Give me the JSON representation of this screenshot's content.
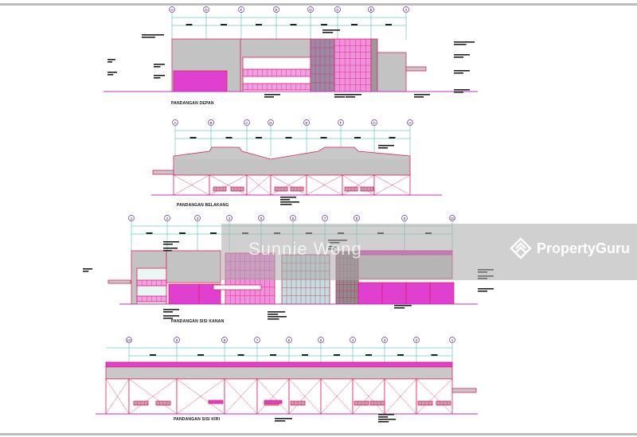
{
  "watermark": {
    "agent_name": "Sunnie Wong",
    "brand": "PropertyGuru"
  },
  "colors": {
    "outline": "#e0205a",
    "magenta": "#e040d0",
    "grid": "#20b8b0",
    "cladding": "#c8c8c8",
    "ground": "#c030c0"
  },
  "views": [
    {
      "title": "PANDANGAN DEPAN",
      "grid_labels": [
        "H",
        "G",
        "F",
        "E",
        "D",
        "C",
        "B",
        "A"
      ]
    },
    {
      "title": "PANDANGAN BELAKANG",
      "grid_labels": [
        "A",
        "B",
        "C",
        "D",
        "E",
        "F",
        "G",
        "H"
      ]
    },
    {
      "title": "PANDANGAN SISI KANAN",
      "grid_labels": [
        "1",
        "2",
        "3",
        "4",
        "5",
        "6",
        "7",
        "8",
        "9",
        "10"
      ]
    },
    {
      "title": "PANDANGAN SISI KIRI",
      "grid_labels": [
        "10",
        "9",
        "8",
        "7",
        "6",
        "5",
        "4",
        "3",
        "2",
        "1"
      ]
    }
  ]
}
